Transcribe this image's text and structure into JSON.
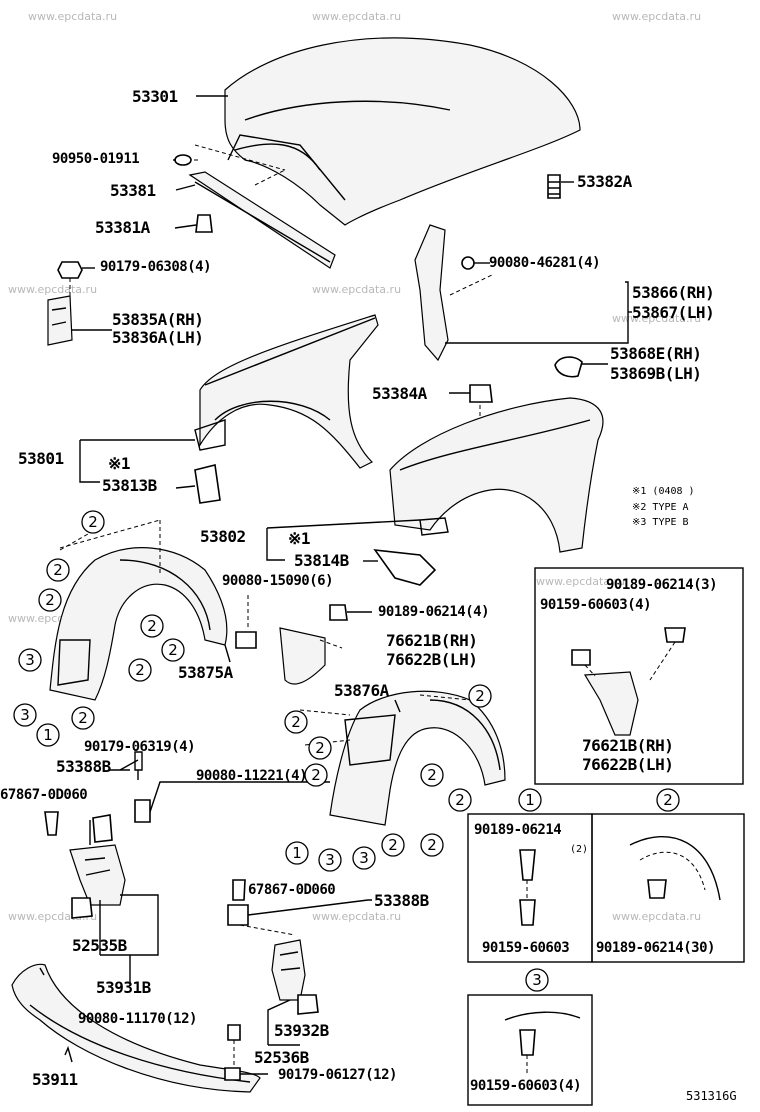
{
  "watermark": "www.epcdata.ru",
  "figure_ref": "531316G",
  "callout_symbols": {
    "one": "①",
    "two": "②",
    "three": "③",
    "ref": "※1"
  },
  "notes": {
    "n1": "※1 (0408    )",
    "n2": "※2 TYPE A",
    "n3": "※3 TYPE B"
  },
  "parts": {
    "p53301": "53301",
    "p90950": "90950-01911",
    "p53381": "53381",
    "p53381A": "53381A",
    "p53382A": "53382A",
    "p90179_06308": "90179-06308(4)",
    "p90080_46281": "90080-46281(4)",
    "p53866": "53866(RH)",
    "p53867": "53867(LH)",
    "p53835A": "53835A(RH)",
    "p53836A": "53836A(LH)",
    "p53868E": "53868E(RH)",
    "p53869B": "53869B(LH)",
    "p53384A": "53384A",
    "p53801": "53801",
    "p53813B": "53813B",
    "p53802": "53802",
    "p53814B": "53814B",
    "p90080_15090": "90080-15090(6)",
    "p90189_06214_4": "90189-06214(4)",
    "p76621B_a": "76621B(RH)",
    "p76622B_a": "76622B(LH)",
    "p53875A": "53875A",
    "p90189_06214_3": "90189-06214(3)",
    "p90159_60603_4a": "90159-60603(4)",
    "p76621B_b": "76621B(RH)",
    "p76622B_b": "76622B(LH)",
    "p53876A": "53876A",
    "p90179_06319": "90179-06319(4)",
    "p53388B_a": "53388B",
    "p67867_a": "67867-0D060",
    "p90080_11221": "90080-11221(4)",
    "p52535B": "52535B",
    "p53931B": "53931B",
    "p67867_b": "67867-0D060",
    "p53388B_b": "53388B",
    "p90080_11170": "90080-11170(12)",
    "p53932B": "53932B",
    "p52536B": "52536B",
    "p53911": "53911",
    "p90179_06127": "90179-06127(12)",
    "p90189_06214_c1": "90189-06214",
    "p90189_06214_c1q": "(2)",
    "p90159_60603_c1": "90159-60603",
    "p90189_06214_c2": "90189-06214(30)",
    "p90159_60603_c3": "90159-60603(4)"
  }
}
